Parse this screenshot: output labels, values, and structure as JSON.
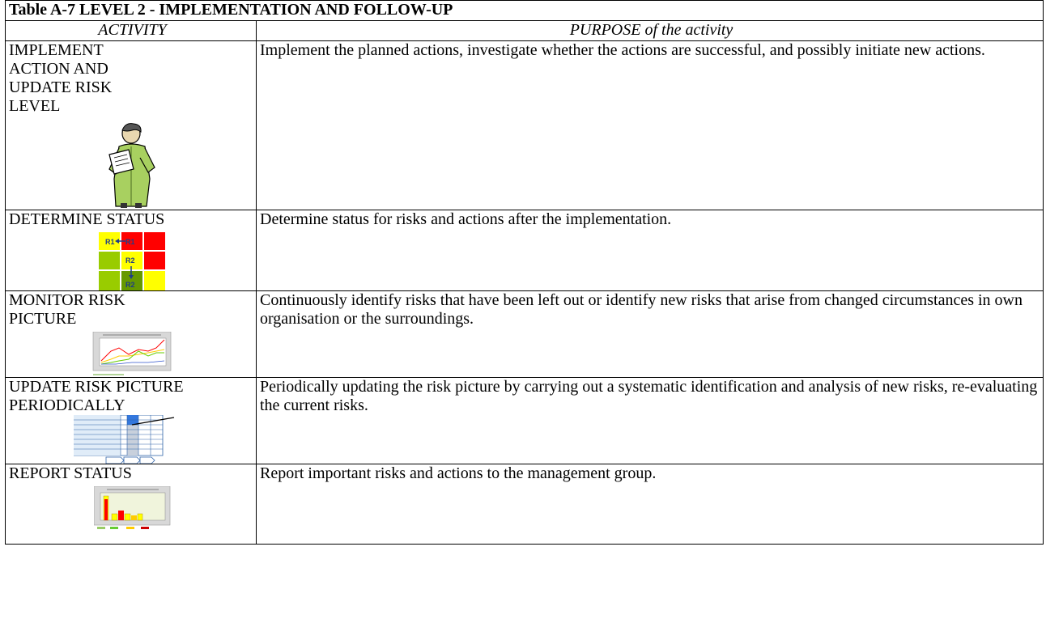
{
  "table": {
    "title": "Table A-7  LEVEL 2 - IMPLEMENTATION AND FOLLOW-UP",
    "headers": {
      "activity": "ACTIVITY",
      "purpose": "PURPOSE of the activity"
    },
    "rows": [
      {
        "activity": "IMPLEMENT ACTION AND UPDATE RISK LEVEL",
        "purpose": "Implement the planned actions, investigate whether the actions are successful, and possibly initiate new actions.",
        "icon": "person-reading-icon"
      },
      {
        "activity": "DETERMINE STATUS",
        "purpose": "Determine status for risks and actions after the implementation.",
        "icon": "risk-matrix-icon",
        "matrix_labels": [
          "R1",
          "R1",
          "R2",
          "R2"
        ]
      },
      {
        "activity": "MONITOR RISK PICTURE",
        "purpose": "Continuously identify risks that have been left out or identify new risks that arise from changed circumstances in own organisation or the surroundings.",
        "icon": "line-chart-thumbnail-icon"
      },
      {
        "activity": "UPDATE RISK PICTURE PERIODICALLY",
        "purpose": "Periodically updating the risk picture by carrying out a systematic identification and analysis of new risks, re-evaluating the current risks.",
        "icon": "risk-table-thumbnail-icon"
      },
      {
        "activity": "REPORT STATUS",
        "purpose": "Report important risks and actions to the management group.",
        "icon": "bar-chart-thumbnail-icon"
      }
    ]
  },
  "colors": {
    "red": "#ff0000",
    "yellow": "#ffff00",
    "green": "#99cc00",
    "olive": "#669900",
    "arrow_blue": "#1f3c88"
  }
}
